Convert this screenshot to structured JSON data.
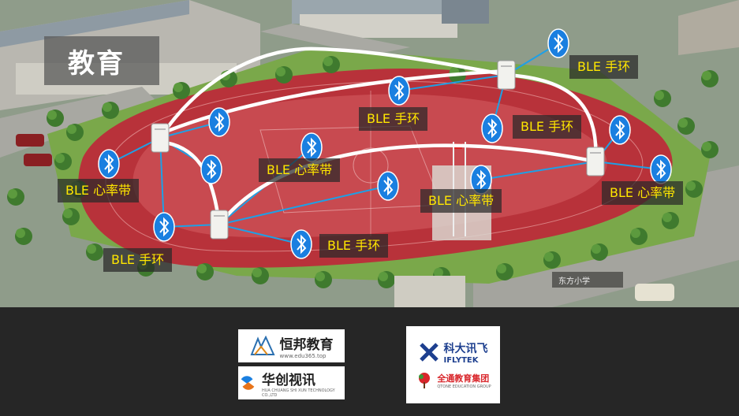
{
  "title": "教育",
  "labels": {
    "l1": "BLE 手环",
    "l2": "BLE 手环",
    "l3": "BLE 手环",
    "l4": "BLE 心率带",
    "l5": "BLE 心率带",
    "l6": "BLE 心率带",
    "l7": "BLE 心率带",
    "l8": "BLE 手环",
    "l9": "BLE 手环"
  },
  "logos": {
    "hengbang": {
      "name": "恒邦教育",
      "sub": "www.edu365.top"
    },
    "huachuang": {
      "name": "华创视讯",
      "sub": "HUA CHUANG SHI XUN TECHNOLOGY CO.,LTD"
    },
    "iflytek": {
      "name": "科大讯飞",
      "sub": "IFLYTEK"
    },
    "quantong": {
      "name": "全通教育集团",
      "sub": "QTONE EDUCATION GROUP"
    }
  },
  "gate_sign": "东方小学",
  "colors": {
    "track": "#b8323a",
    "field": "#c84a50",
    "grass": "#7aa84a",
    "bluetooth": "#1a7fe0",
    "label_text": "#ffe600",
    "bottom_bg": "#262626"
  }
}
